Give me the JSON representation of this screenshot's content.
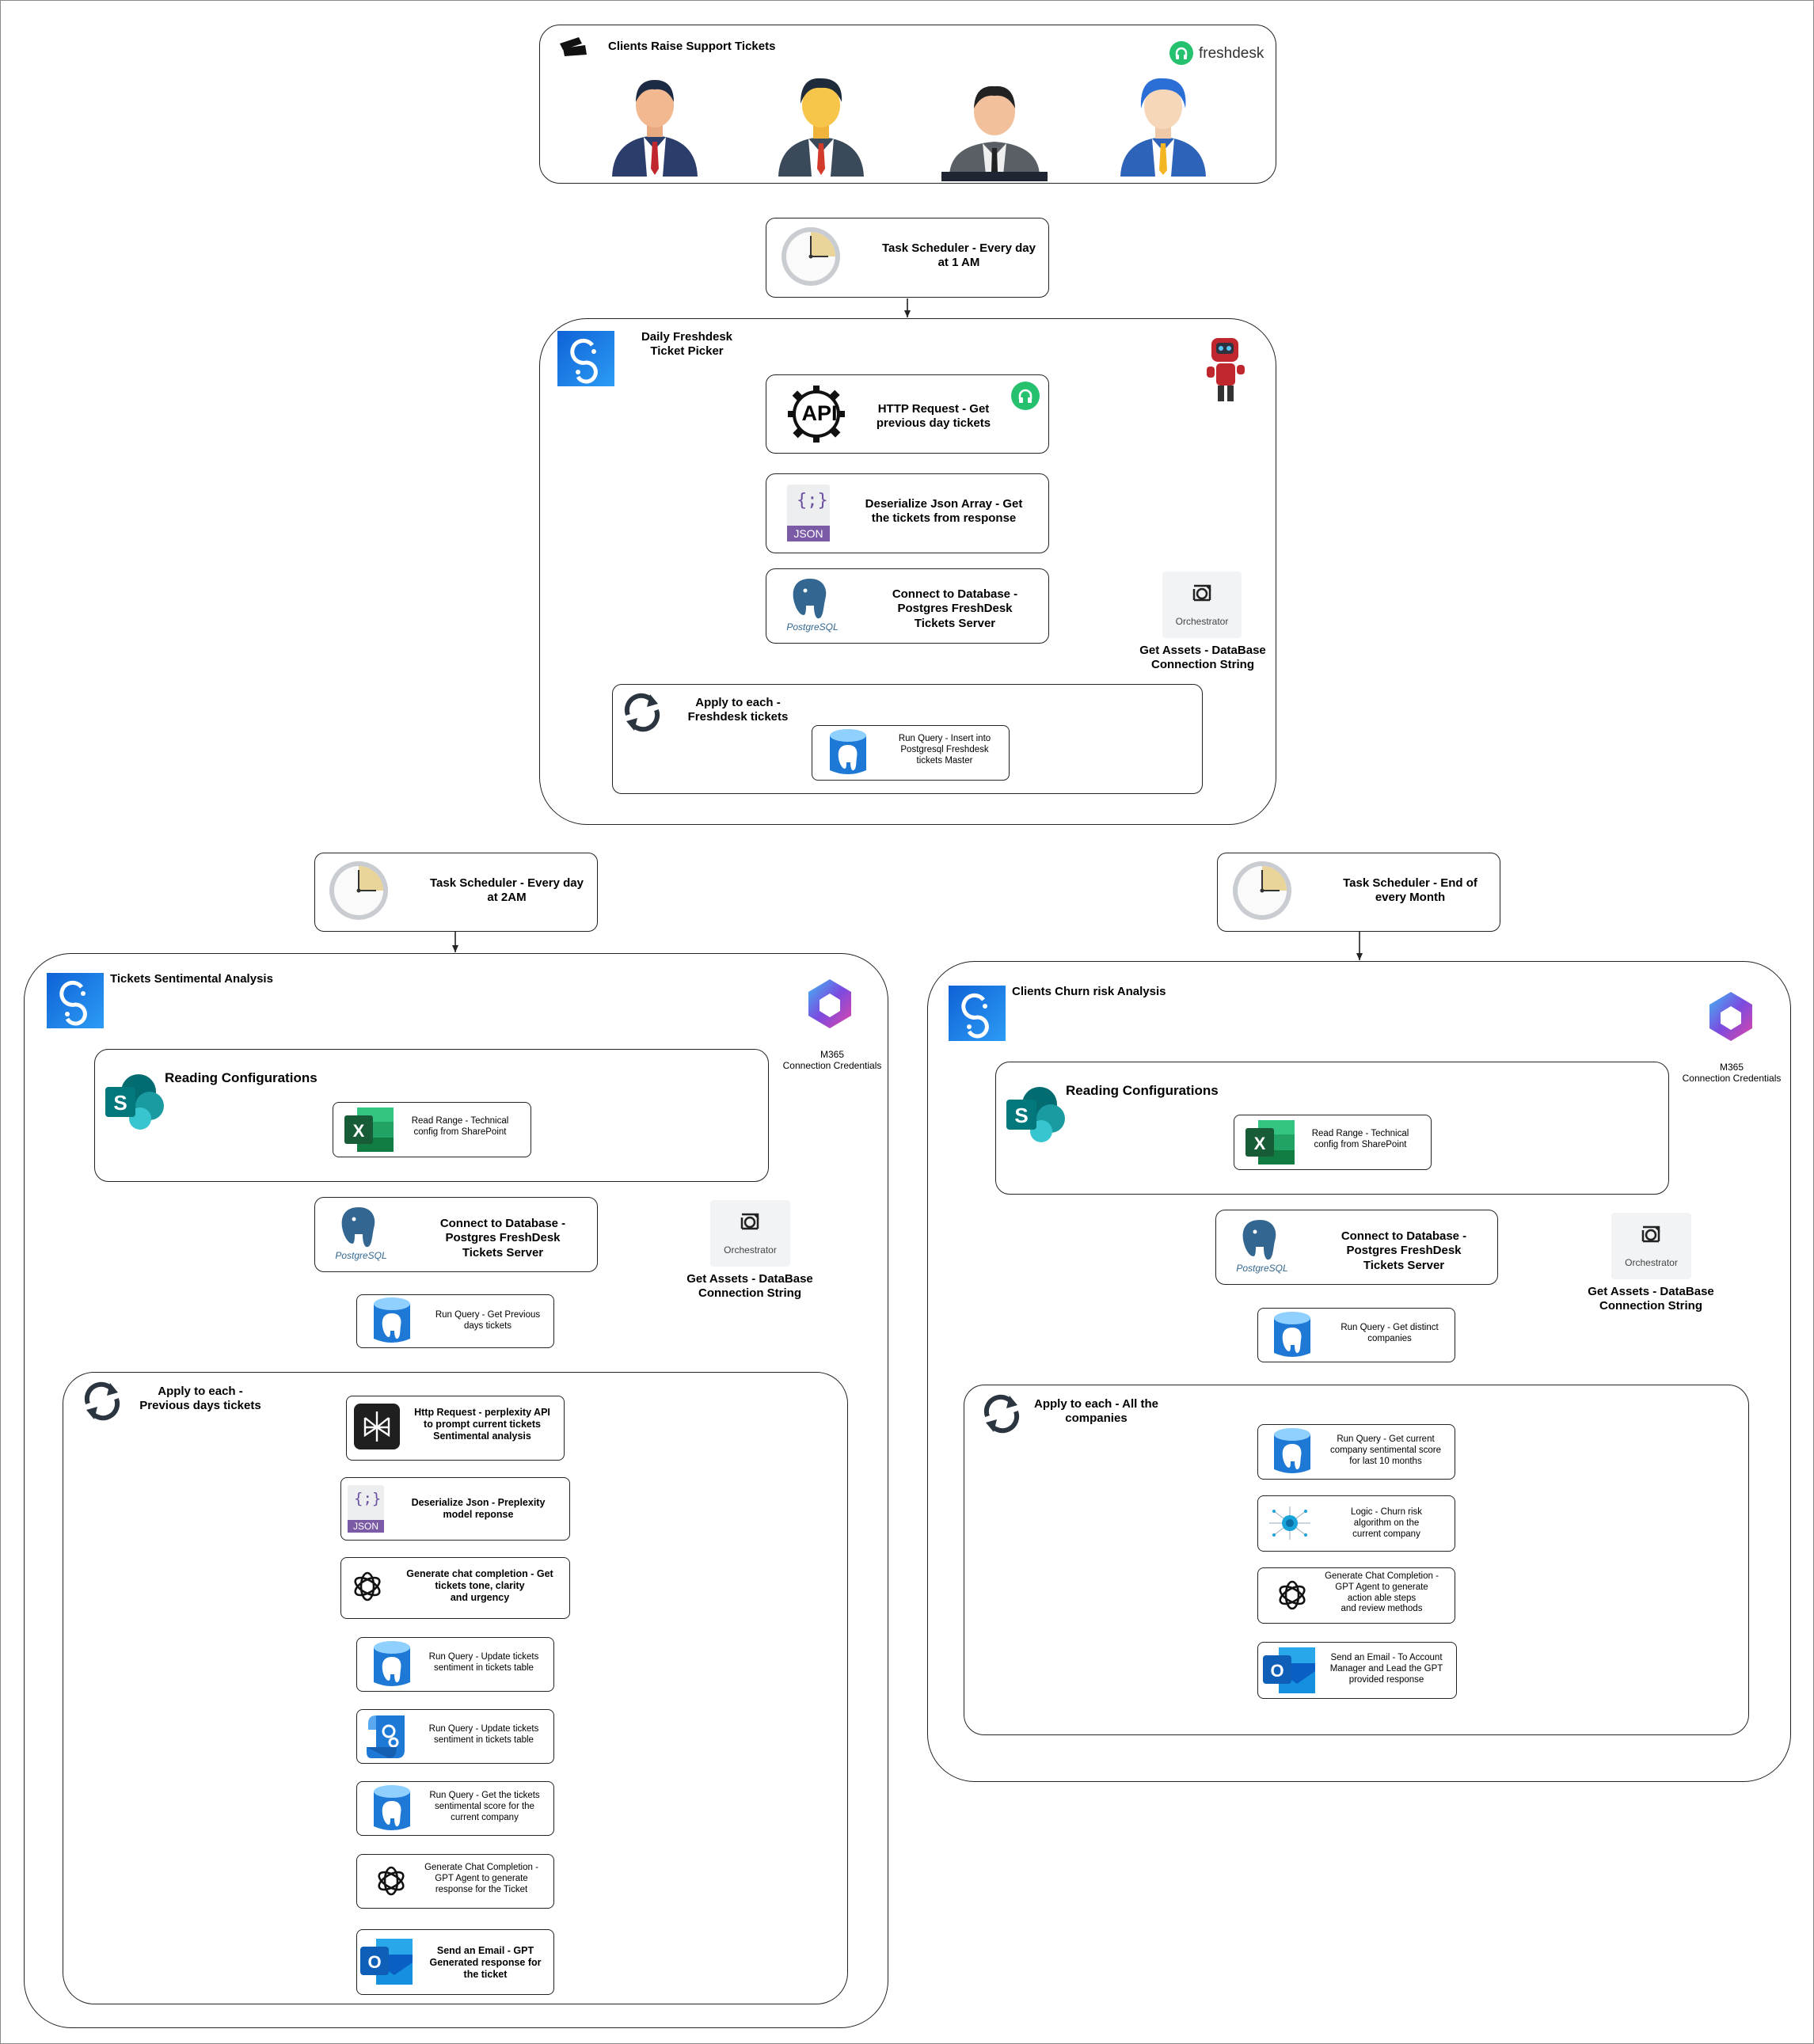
{
  "colors": {
    "line": "#222222",
    "sp_blue": "#1570ef",
    "excel_green": "#1d6f42",
    "outlook_blue": "#0a5fc4",
    "pg_blue": "#336791",
    "freshdesk_green": "#25c16f"
  },
  "top": {
    "title": "Clients Raise Support Tickets",
    "brand": "freshdesk",
    "icons": [
      "ticket-icon",
      "person-icon",
      "freshdesk-logo-icon"
    ]
  },
  "sched1": {
    "label": "Task Scheduler - Every day\nat 1 AM"
  },
  "daily": {
    "title": "Daily Freshdesk\nTicket Picker",
    "http": "HTTP Request - Get\nprevious day tickets",
    "json": "Deserialize Json Array - Get\nthe tickets from response",
    "connect": "Connect to Database -\nPostgres FreshDesk\nTickets Server",
    "orchestrator": "Orchestrator",
    "assets": "Get Assets - DataBase\nConnection String",
    "loop": "Apply to each -\nFreshdesk tickets",
    "insert": "Run Query - Insert into\nPostgresql Freshdesk\ntickets Master",
    "json_icon_text": "JSON",
    "api_icon_text": "API",
    "pg_icon_text": "PostgreSQL"
  },
  "sched2": {
    "label": "Task Scheduler - Every day\nat 2AM"
  },
  "sched3": {
    "label": "Task Scheduler - End of\nevery Month"
  },
  "sentiment": {
    "title": "Tickets Sentimental Analysis",
    "m365": "M365\nConnection Credentials",
    "reading": "Reading Configurations",
    "range": "Read Range - Technical\nconfig from SharePoint",
    "connect": "Connect to Database -\nPostgres FreshDesk\nTickets Server",
    "orchestrator": "Orchestrator",
    "assets": "Get Assets - DataBase\nConnection String",
    "query": "Run Query - Get Previous\ndays tickets",
    "loop": "Apply to each -\nPrevious days tickets",
    "steps": [
      "Http Request - perplexity API\nto prompt current tickets\nSentimental analysis",
      "Deserialize Json - Preplexity\nmodel reponse",
      "Generate chat completion - Get\ntickets tone, clarity\nand urgency",
      "Run Query - Update tickets\nsentiment in tickets table",
      "Run Query - Update tickets\nsentiment in tickets table",
      "Run Query - Get the tickets\nsentimental score for the\ncurrent company",
      "Generate Chat Completion -\nGPT Agent to generate\nresponse for the Ticket",
      "Send an Email - GPT\nGenerated response for\nthe ticket"
    ]
  },
  "churn": {
    "title": "Clients Churn risk Analysis",
    "m365": "M365\nConnection Credentials",
    "reading": "Reading Configurations",
    "range": "Read Range - Technical\nconfig from SharePoint",
    "connect": "Connect to Database -\nPostgres FreshDesk\nTickets Server",
    "orchestrator": "Orchestrator",
    "assets": "Get Assets - DataBase\nConnection String",
    "query": "Run Query - Get distinct\ncompanies",
    "loop": "Apply to each - All the\ncompanies",
    "steps": [
      "Run Query - Get current\ncompany sentimental score\nfor last 10 months",
      "Logic - Churn risk\nalgorithm on the\ncurrent company",
      "Generate Chat Completion -\nGPT Agent to generate\naction able steps\nand review methods",
      "Send an Email - To Account\nManager and Lead the GPT\nprovided response"
    ]
  }
}
